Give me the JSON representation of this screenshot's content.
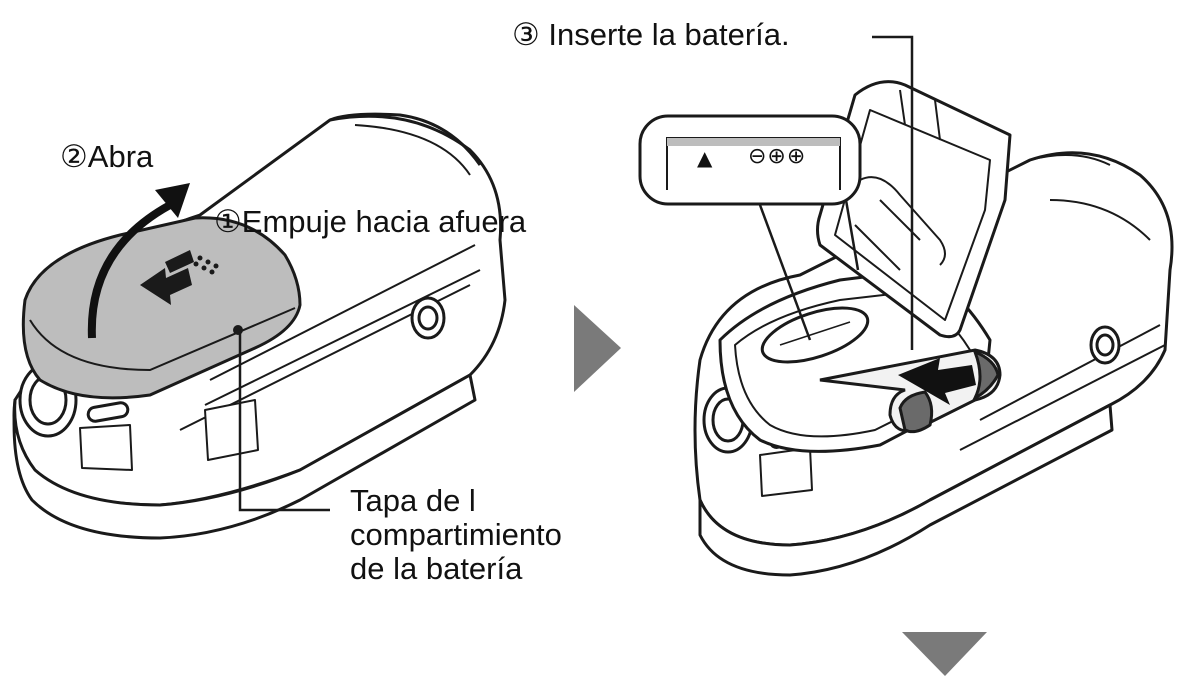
{
  "labels": {
    "step3": "③ Inserte la batería.",
    "step2": "②Abra",
    "step1": "①Empuje hacia afuera",
    "cover_line1": "Tapa de l",
    "cover_line2": "compartimiento",
    "cover_line3": "de la batería"
  },
  "battery_indicator": {
    "triangle": "▲",
    "symbols": "⊖⊕⊕"
  },
  "colors": {
    "outline": "#1a1a1a",
    "cover_shade": "#bdbdbd",
    "body_fill": "#ffffff",
    "arrow_black": "#111111",
    "next_arrow_gray": "#7a7a7a",
    "battery_fill": "#f2f2f2"
  }
}
